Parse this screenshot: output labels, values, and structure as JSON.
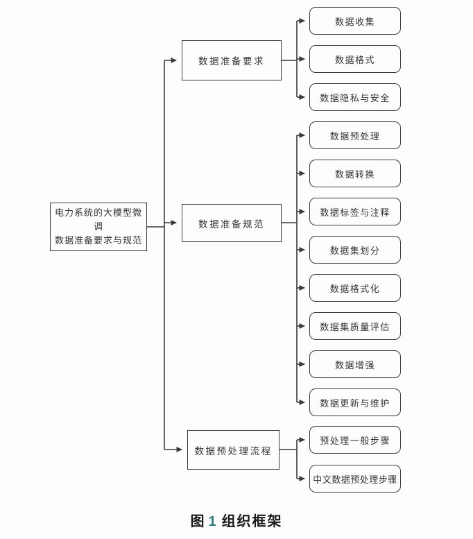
{
  "diagram": {
    "root": {
      "label_line1": "电力系统的大模型微调",
      "label_line2": "数据准备要求与规范"
    },
    "branches": [
      {
        "label": "数据准备要求",
        "children": [
          "数据收集",
          "数据格式",
          "数据隐私与安全"
        ]
      },
      {
        "label": "数据准备规范",
        "children": [
          "数据预处理",
          "数据转换",
          "数据标签与注释",
          "数据集划分",
          "数据格式化",
          "数据集质量评估",
          "数据增强",
          "数据更新与维护"
        ]
      },
      {
        "label": "数据预处理流程",
        "children": [
          "预处理一般步骤",
          "中文数据预处理步骤"
        ]
      }
    ]
  },
  "caption": {
    "prefix": "图",
    "number": "1",
    "title": "组织框架"
  },
  "colors": {
    "line": "#3a3a3a",
    "caption_number": "#2a7d7d"
  }
}
